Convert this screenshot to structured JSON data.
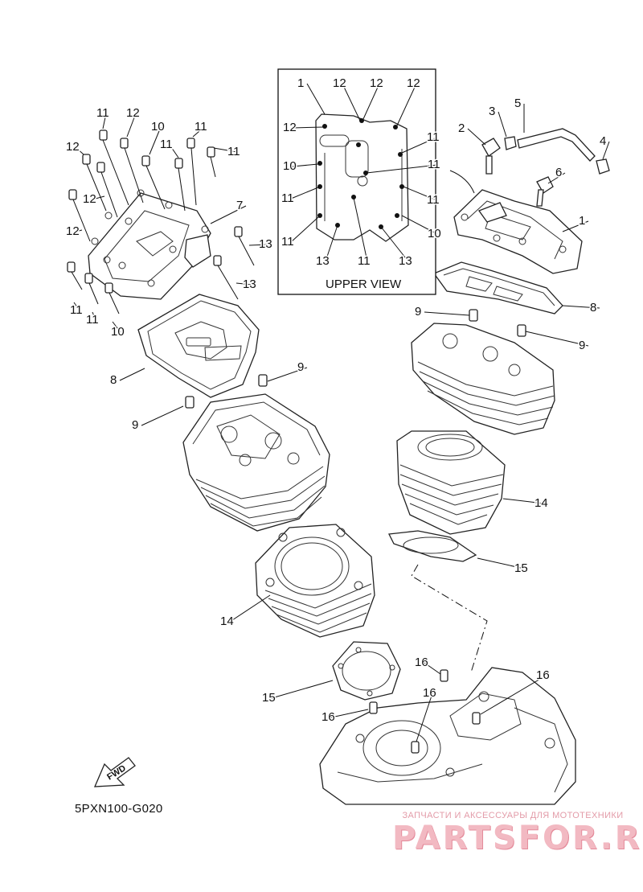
{
  "diagram": {
    "inset_title": "UPPER VIEW",
    "drawing_code": "5PXN100-G020",
    "fwd_label": "FWD",
    "watermark_subtitle": "ЗАПЧАСТИ И АКСЕССУАРЫ ДЛЯ МОТОТЕХНИКИ",
    "watermark_brand": "PARTSFOR.RU"
  },
  "callouts": [
    {
      "id": "c1",
      "text": "11"
    },
    {
      "id": "c2",
      "text": "12"
    },
    {
      "id": "c3",
      "text": "10"
    },
    {
      "id": "c4",
      "text": "11"
    },
    {
      "id": "c5",
      "text": "12"
    },
    {
      "id": "c6",
      "text": "11"
    },
    {
      "id": "c7",
      "text": "11"
    },
    {
      "id": "c8",
      "text": "12"
    },
    {
      "id": "c9",
      "text": "12"
    },
    {
      "id": "c10",
      "text": "7"
    },
    {
      "id": "c11",
      "text": "13"
    },
    {
      "id": "c12",
      "text": "13"
    },
    {
      "id": "c13",
      "text": "11"
    },
    {
      "id": "c14",
      "text": "11"
    },
    {
      "id": "c15",
      "text": "10"
    },
    {
      "id": "c16",
      "text": "8"
    },
    {
      "id": "c17",
      "text": "9"
    },
    {
      "id": "c18",
      "text": "9"
    },
    {
      "id": "c19",
      "text": "14"
    },
    {
      "id": "c20",
      "text": "15"
    },
    {
      "id": "c21",
      "text": "16"
    },
    {
      "id": "c22",
      "text": "16"
    },
    {
      "id": "c23",
      "text": "16"
    },
    {
      "id": "c24",
      "text": "16"
    },
    {
      "id": "c25",
      "text": "1"
    },
    {
      "id": "c26",
      "text": "12"
    },
    {
      "id": "c27",
      "text": "12"
    },
    {
      "id": "c28",
      "text": "12"
    },
    {
      "id": "c29",
      "text": "12"
    },
    {
      "id": "c30",
      "text": "11"
    },
    {
      "id": "c31",
      "text": "10"
    },
    {
      "id": "c32",
      "text": "11"
    },
    {
      "id": "c33",
      "text": "11"
    },
    {
      "id": "c34",
      "text": "11"
    },
    {
      "id": "c35",
      "text": "11"
    },
    {
      "id": "c36",
      "text": "10"
    },
    {
      "id": "c37",
      "text": "13"
    },
    {
      "id": "c38",
      "text": "11"
    },
    {
      "id": "c39",
      "text": "13"
    },
    {
      "id": "c40",
      "text": "3"
    },
    {
      "id": "c41",
      "text": "5"
    },
    {
      "id": "c42",
      "text": "2"
    },
    {
      "id": "c43",
      "text": "4"
    },
    {
      "id": "c44",
      "text": "6"
    },
    {
      "id": "c45",
      "text": "1"
    },
    {
      "id": "c46",
      "text": "8"
    },
    {
      "id": "c47",
      "text": "9"
    },
    {
      "id": "c48",
      "text": "9"
    },
    {
      "id": "c49",
      "text": "14"
    },
    {
      "id": "c50",
      "text": "15"
    }
  ]
}
